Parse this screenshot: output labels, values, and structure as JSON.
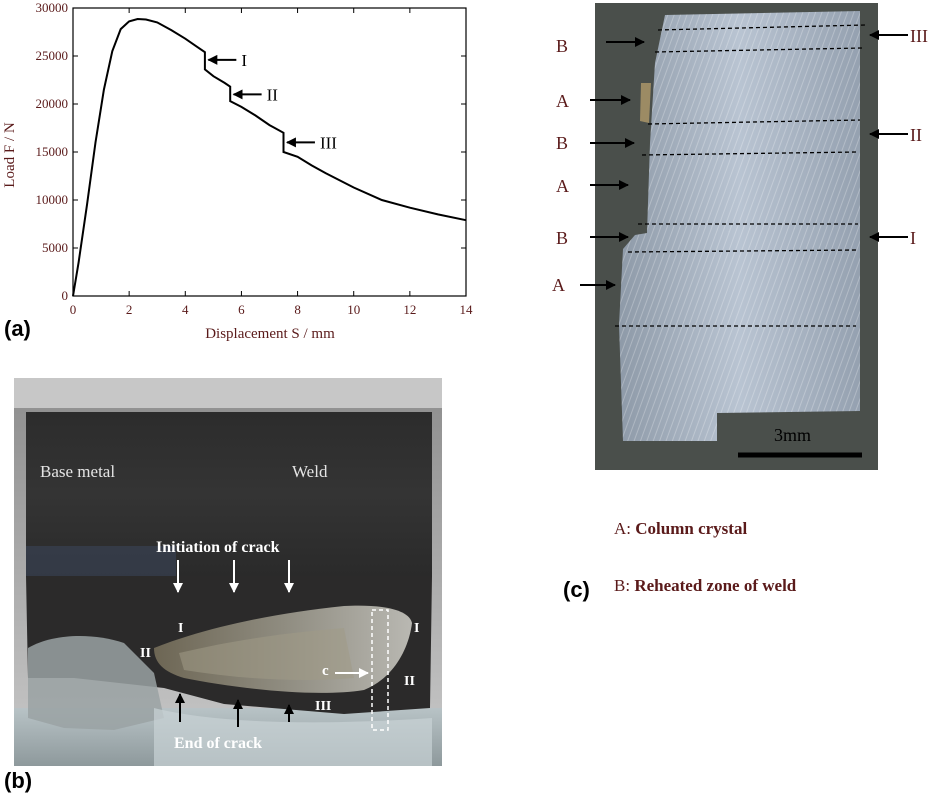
{
  "chart_data": {
    "type": "line",
    "xlabel": "Displacement  S / mm",
    "ylabel": "Load  F / N",
    "xlim": [
      0,
      14
    ],
    "ylim": [
      0,
      30000
    ],
    "xticks": [
      "0",
      "2",
      "4",
      "6",
      "8",
      "10",
      "12",
      "14"
    ],
    "yticks": [
      "0",
      "5000",
      "10000",
      "15000",
      "20000",
      "25000",
      "30000"
    ],
    "grid": false,
    "series": [
      {
        "x": [
          0,
          0.2,
          0.5,
          0.8,
          1.1,
          1.4,
          1.7,
          2.0,
          2.3,
          2.6,
          3.0,
          3.5,
          4.0,
          4.4,
          4.7,
          4.7,
          5.0,
          5.4,
          5.6,
          5.6,
          6.0,
          6.5,
          7.0,
          7.5,
          7.5,
          8.0,
          8.5,
          9.0,
          10.0,
          11.0,
          12.0,
          13.0,
          14.0
        ],
        "y": [
          0,
          3500,
          9500,
          16000,
          21500,
          25500,
          27800,
          28600,
          28850,
          28800,
          28500,
          27700,
          26800,
          26000,
          25400,
          23600,
          22900,
          22200,
          21800,
          20300,
          19700,
          18800,
          17800,
          17000,
          15000,
          14500,
          13600,
          12800,
          11300,
          10000,
          9200,
          8500,
          7900
        ]
      }
    ],
    "annotations": [
      "I",
      "II",
      "III"
    ]
  },
  "panel_a": {
    "label": "(a)"
  },
  "panel_b": {
    "label": "(b)",
    "base_metal": "Base metal",
    "weld": "Weld",
    "initiation": "Initiation of  crack",
    "end": "End of crack",
    "zone_I_left": "I",
    "zone_II_left": "II",
    "zone_I_right": "I",
    "zone_II_right": "II",
    "zone_III": "III",
    "marker_c": "c"
  },
  "panel_c": {
    "label": "(c)",
    "scale": "3mm",
    "left_labels": [
      "B",
      "A",
      "B",
      "A",
      "B",
      "A"
    ],
    "right_labels": [
      "III",
      "II",
      "I"
    ]
  },
  "legend_key": {
    "a_prefix": "A: ",
    "a_text": "Column crystal",
    "b_prefix": "B: ",
    "b_text": "Reheated zone of weld"
  },
  "colors": {
    "line": "#000000",
    "maroon": "#5a1a1a",
    "white": "#ffffff"
  }
}
